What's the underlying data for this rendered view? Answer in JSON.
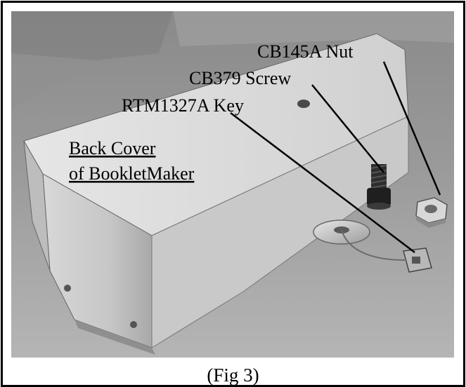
{
  "figure": {
    "caption": "(Fig 3)",
    "labels": {
      "nut": "CB145A Nut",
      "screw": "CB379 Screw",
      "key": "RTM1327A Key",
      "cover_line1": "Back Cover",
      "cover_line2": "of BookletMaker"
    }
  }
}
